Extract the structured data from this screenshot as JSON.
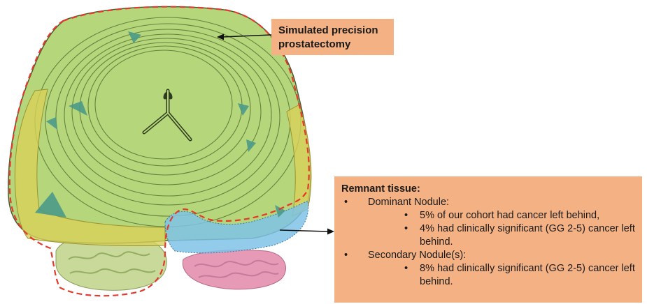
{
  "callout_top": {
    "text_line1": "Simulated precision",
    "text_line2": "prostatectomy"
  },
  "callout_bottom": {
    "title": "Remnant tissue:",
    "items": [
      {
        "label": "Dominant Nodule:",
        "subitems": [
          "5% of our cohort had cancer left behind,",
          "4% had clinically significant (GG 2-5) cancer left behind."
        ]
      },
      {
        "label": "Secondary Nodule(s):",
        "subitems": [
          "8% had clinically significant (GG 2-5) cancer left behind."
        ]
      }
    ]
  },
  "colors": {
    "callout_fill": "#f4b183",
    "gland_green": "#b5d67a",
    "remnant_yellow": "#d8d15a",
    "remnant_blue": "#7fc3e6",
    "dashed_outline": "#e23b2e",
    "nodule_teal": "#4a9a88",
    "vesicle_left": "#c8d99a",
    "vesicle_right": "#e79ab6"
  }
}
